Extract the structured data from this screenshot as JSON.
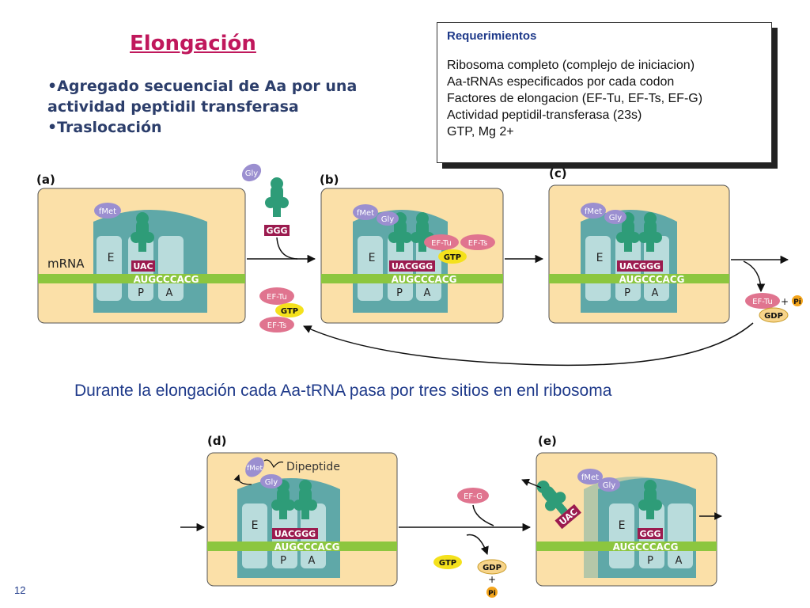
{
  "title": "Elongación",
  "bullets": [
    "•Agregado secuencial de Aa por una actividad peptidil transferasa",
    "•Traslocación"
  ],
  "requirements": {
    "heading": "Requerimientos",
    "items": [
      "Ribosoma completo (complejo de iniciacion)",
      "Aa-tRNAs especificados por cada codon",
      "Factores de elongacion (EF-Tu, EF-Ts, EF-G)",
      "Actividad peptidil-transferasa (23s)",
      "GTP, Mg 2+"
    ]
  },
  "subtitle": "Durante la elongación cada Aa-tRNA  pasa por tres sitios en enl ribosoma",
  "slide_number": "12",
  "panels": {
    "a": {
      "label": "(a)",
      "mrna": "mRNA",
      "site_e": "E",
      "site_p": "P",
      "site_a": "A",
      "anticodon": "UAC",
      "codons": "AUGCCCACG",
      "fmet": "fMet"
    },
    "b": {
      "label": "(b)",
      "site_e": "E",
      "site_p": "P",
      "site_a": "A",
      "anticodon": "UACGGG",
      "codons": "AUGCCCACG",
      "fmet": "fMet",
      "gly": "Gly",
      "eftu": "EF-Tu",
      "efts": "EF-Ts",
      "gtp": "GTP"
    },
    "c": {
      "label": "(c)",
      "site_e": "E",
      "site_p": "P",
      "site_a": "A",
      "anticodon": "UACGGG",
      "codons": "AUGCCCACG",
      "fmet": "fMet",
      "gly": "Gly"
    },
    "d": {
      "label": "(d)",
      "site_e": "E",
      "site_p": "P",
      "site_a": "A",
      "anticodon": "UACGGG",
      "codons": "AUGCCCACG",
      "fmet": "fMet",
      "gly": "Gly",
      "dipeptide": "Dipeptide"
    },
    "e": {
      "label": "(e)",
      "site_e": "E",
      "site_p": "P",
      "site_a": "A",
      "anticodon": "GGG",
      "exit_anticodon": "UAC",
      "codons": "AUGCCCACG",
      "fmet": "fMet",
      "gly": "Gly"
    }
  },
  "incoming_trna": {
    "aa": "Gly",
    "anticodon": "GGG"
  },
  "cycle_factors": {
    "eftu": "EF-Tu",
    "gtp": "GTP",
    "efts": "EF-Ts"
  },
  "release": {
    "eftu": "EF-Tu",
    "plus": "+",
    "pi": "Pi",
    "gdp": "GDP"
  },
  "translocation": {
    "efg": "EF-G",
    "gtp": "GTP",
    "gdp": "GDP",
    "plus": "+",
    "pi": "Pi"
  },
  "colors": {
    "panel_bg": "#fbe0a8",
    "ribosome": "#5fa8a8",
    "site": "#b9dcdc",
    "mrna": "#8cc63f",
    "codon_box": "#9b1b4f",
    "trna": "#2e9c78",
    "fmet": "#9b8fd0",
    "ef": "#e0748f",
    "gtp": "#f4e11c",
    "title": "#c0185c",
    "text_blue": "#1f3a8a"
  }
}
